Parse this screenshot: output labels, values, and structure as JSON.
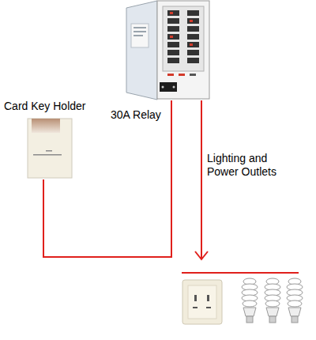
{
  "diagram": {
    "nodes": [
      {
        "text": [
          "Card Key Holder"
        ]
      },
      {
        "text": [
          "30A Relay"
        ]
      },
      {
        "text": [
          "Lighting and Power Outlets"
        ]
      }
    ],
    "edges": [
      {
        "from": 0,
        "to": 1,
        "arrow": "none"
      },
      {
        "from": 1,
        "to": 2,
        "arrow": "to"
      }
    ]
  }
}
